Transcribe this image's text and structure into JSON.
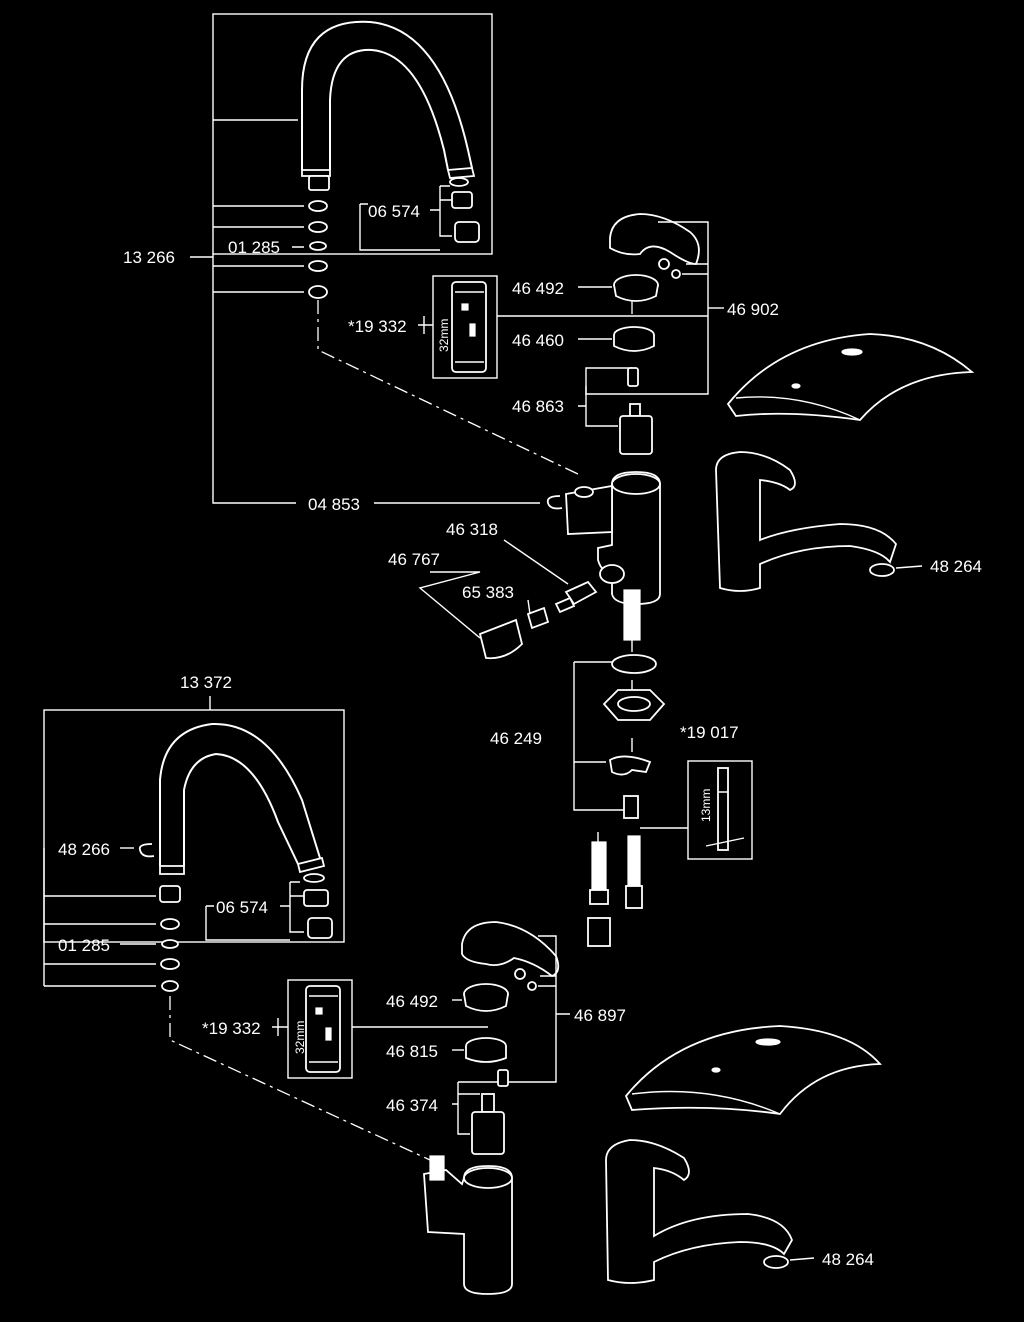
{
  "callouts": {
    "top": {
      "spout_set": "13 266",
      "aerator_parts": "01 285",
      "aerator": "06 574",
      "tool": "*19 332",
      "tool_size": "32mm",
      "escutcheon": "46 492",
      "nut": "46 460",
      "handle_set": "46 902",
      "cartridge": "46 863",
      "clip": "04 853",
      "valve": "46 318",
      "valve_set": "46 767",
      "valve_insert": "65 383",
      "aerator_right": "48 264",
      "mounting_set": "46 249",
      "tool_small": "*19 017",
      "tool_small_size": "13mm"
    },
    "bottom": {
      "spout_set": "13 372",
      "clip": "48 266",
      "aerator": "06 574",
      "aerator_parts": "01 285",
      "tool": "*19 332",
      "tool_size": "32mm",
      "escutcheon": "46 492",
      "handle_set": "46 897",
      "nut": "46 815",
      "cartridge": "46 374",
      "aerator_right": "48 264"
    }
  }
}
